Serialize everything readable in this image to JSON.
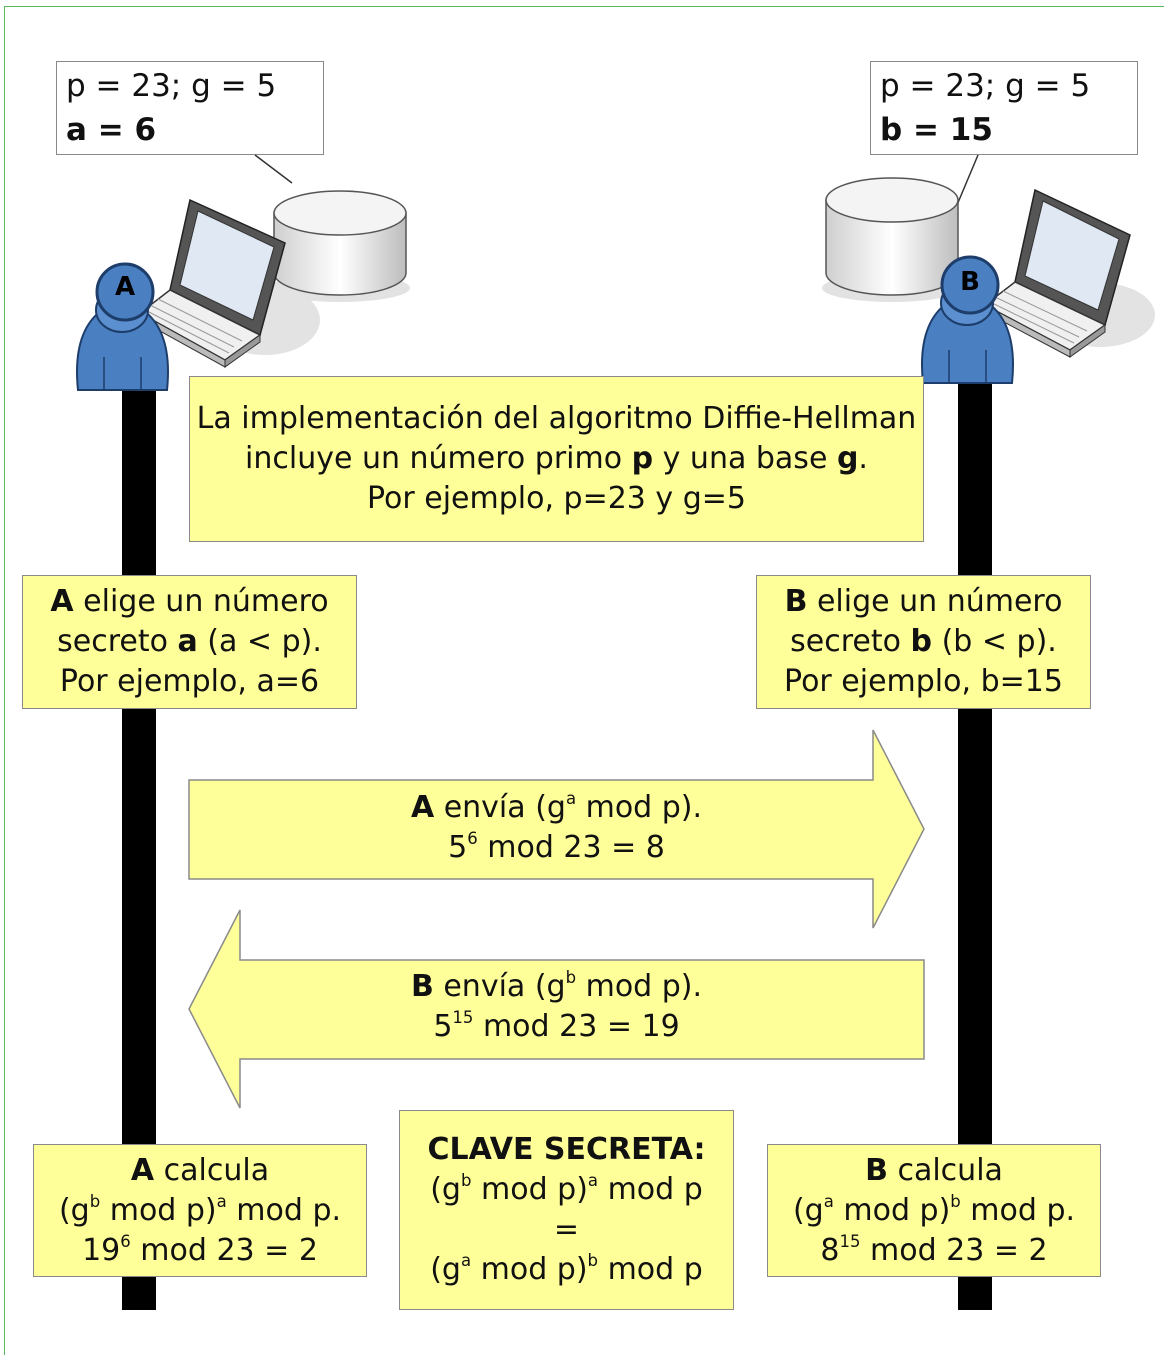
{
  "left_info": {
    "line1": "p = 23; g = 5",
    "line2": "a = 6"
  },
  "right_info": {
    "line1": "p = 23; g = 5",
    "line2": "b = 15"
  },
  "actors": {
    "a_label": "A",
    "b_label": "B"
  },
  "intro": {
    "line1": "La implementación del algoritmo Diffie-Hellman",
    "line2_pre": "incluye un número primo ",
    "line2_p": "p",
    "line2_mid": " y una base ",
    "line2_g": "g",
    "line2_end": ".",
    "line3": "Por ejemplo, p=23 y g=5"
  },
  "a_choose": {
    "who": "A",
    "line1_rest": " elige un número",
    "line2_pre": "secreto ",
    "line2_var": "a",
    "line2_post": " (a < p).",
    "line3": "Por ejemplo, a=6"
  },
  "b_choose": {
    "who": "B",
    "line1_rest": " elige un número",
    "line2_pre": "secreto ",
    "line2_var": "b",
    "line2_post": " (b < p).",
    "line3": "Por ejemplo, b=15"
  },
  "a_send": {
    "who": "A",
    "l1_a": " envía (g",
    "l1_sup": "a",
    "l1_b": " mod p).",
    "l2_base": "5",
    "l2_sup": "6",
    "l2_rest": " mod 23 = 8"
  },
  "b_send": {
    "who": "B",
    "l1_a": " envía (g",
    "l1_sup": "b",
    "l1_b": " mod p).",
    "l2_base": "5",
    "l2_sup": "15",
    "l2_rest": " mod 23 = 19"
  },
  "a_calc": {
    "who": "A",
    "l1_rest": " calcula",
    "l2_a": "(g",
    "l2_sup1": "b",
    "l2_b": " mod p)",
    "l2_sup2": "a",
    "l2_c": " mod p.",
    "l3_base": "19",
    "l3_sup": "6",
    "l3_rest": " mod 23 = 2"
  },
  "key": {
    "title": "CLAVE SECRETA:",
    "l2_a": "(g",
    "l2_sup1": "b",
    "l2_b": " mod p)",
    "l2_sup2": "a",
    "l2_c": " mod p",
    "eq": "=",
    "l4_a": "(g",
    "l4_sup1": "a",
    "l4_b": " mod p)",
    "l4_sup2": "b",
    "l4_c": " mod p"
  },
  "b_calc": {
    "who": "B",
    "l1_rest": " calcula",
    "l2_a": "(g",
    "l2_sup1": "a",
    "l2_b": " mod p)",
    "l2_sup2": "b",
    "l2_c": " mod p.",
    "l3_base": "8",
    "l3_sup": "15",
    "l3_rest": " mod 23 = 2"
  },
  "colors": {
    "note": "#ffff99",
    "person": "#4a7fc1",
    "lifeline": "#000000",
    "frame": "#5cb85c"
  }
}
